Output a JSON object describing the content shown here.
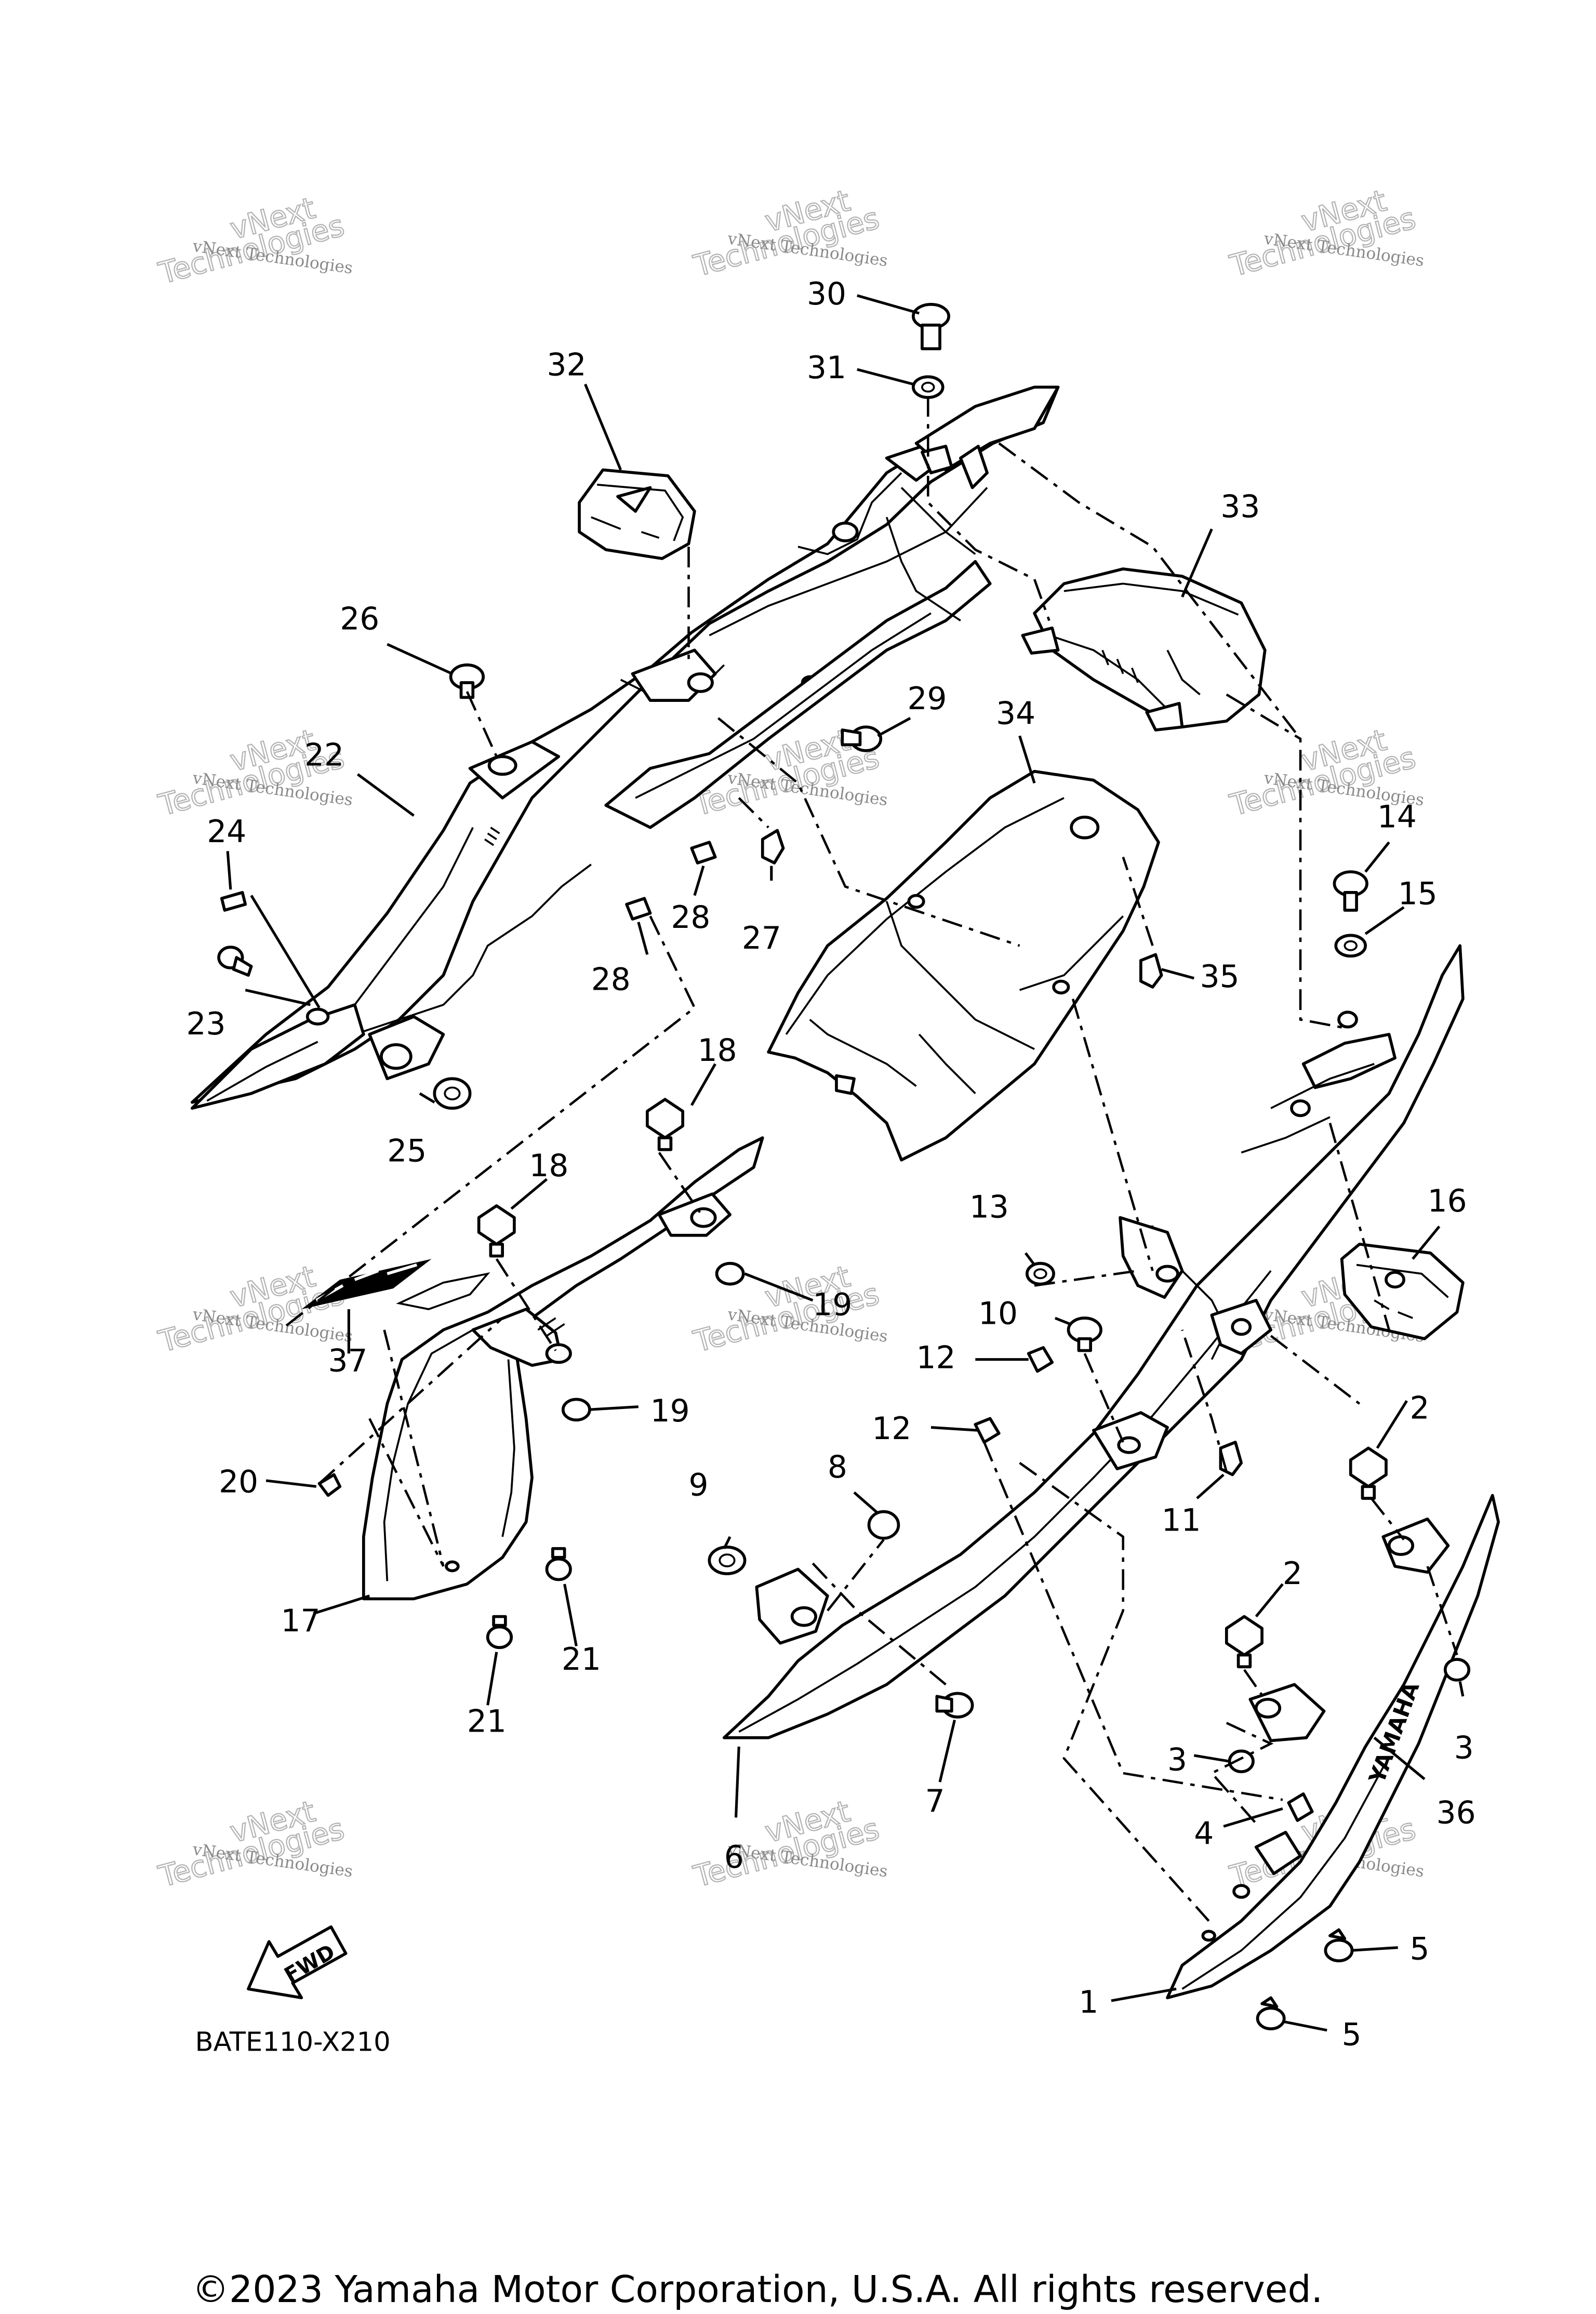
{
  "diagram": {
    "drawing_code": "BATE110-X210",
    "copyright": "©2023 Yamaha Motor Corporation, U.S.A. All rights reserved.",
    "fwd_label": "FWD",
    "brand_mark": "YAMAHA",
    "watermark": {
      "line1": "vNext Technologies",
      "line2": "vNext",
      "line3": "Technologies"
    },
    "callouts": [
      "1",
      "2",
      "3",
      "4",
      "5",
      "6",
      "7",
      "8",
      "9",
      "10",
      "11",
      "12",
      "13",
      "14",
      "15",
      "16",
      "17",
      "18",
      "19",
      "20",
      "21",
      "22",
      "23",
      "24",
      "25",
      "26",
      "27",
      "28",
      "29",
      "30",
      "31",
      "32",
      "33",
      "34",
      "35",
      "36",
      "37"
    ]
  }
}
